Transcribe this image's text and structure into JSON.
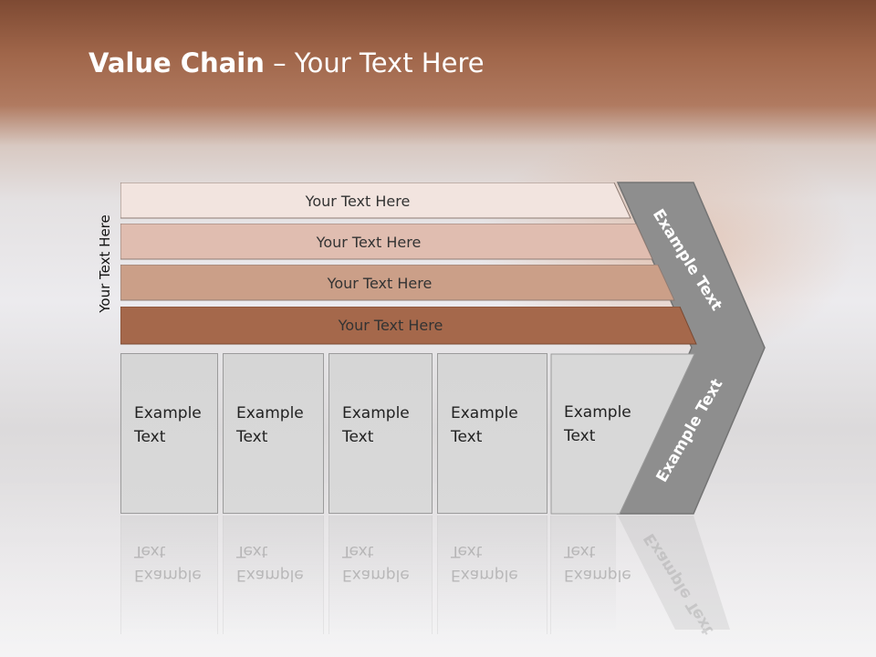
{
  "slide": {
    "title_bold": "Value Chain",
    "title_rest": " – Your Text Here",
    "side_label": "Your Text Here",
    "bars": [
      {
        "label": "Your Text Here",
        "color": "#f2e4df"
      },
      {
        "label": "Your Text Here",
        "color": "#e0bdb0"
      },
      {
        "label": "Your Text Here",
        "color": "#c99c84"
      },
      {
        "label": "Your Text Here",
        "color": "#a5684b"
      }
    ],
    "boxes": [
      {
        "line1": "Example",
        "line2": "Text"
      },
      {
        "line1": "Example",
        "line2": "Text"
      },
      {
        "line1": "Example",
        "line2": "Text"
      },
      {
        "line1": "Example",
        "line2": "Text"
      },
      {
        "line1": "Example",
        "line2": "Text"
      }
    ],
    "chevron_top": "Example Text",
    "chevron_bottom": "Example Text",
    "colors": {
      "chevron": "#8c8c8c",
      "chevron_border": "#6f6f6f"
    }
  }
}
